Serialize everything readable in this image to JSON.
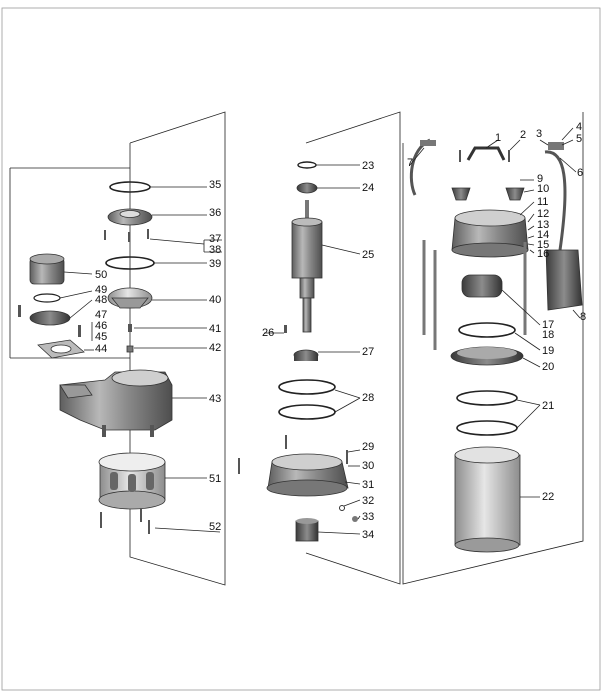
{
  "diagram": {
    "colors": {
      "outline": "#222222",
      "metal_dark": "#6b6b6b",
      "metal_mid": "#9a9a9a",
      "metal_light": "#cfcfcf",
      "background": "#ffffff"
    },
    "labels": [
      "1",
      "2",
      "3",
      "4",
      "5",
      "6",
      "7",
      "8",
      "9",
      "10",
      "11",
      "12",
      "13",
      "14",
      "15",
      "16",
      "17",
      "18",
      "19",
      "20",
      "21",
      "22",
      "23",
      "24",
      "25",
      "26",
      "27",
      "28",
      "29",
      "30",
      "31",
      "32",
      "33",
      "34",
      "35",
      "36",
      "37",
      "38",
      "39",
      "40",
      "41",
      "42",
      "43",
      "44",
      "45",
      "46",
      "47",
      "48",
      "49",
      "50",
      "51",
      "52"
    ]
  }
}
